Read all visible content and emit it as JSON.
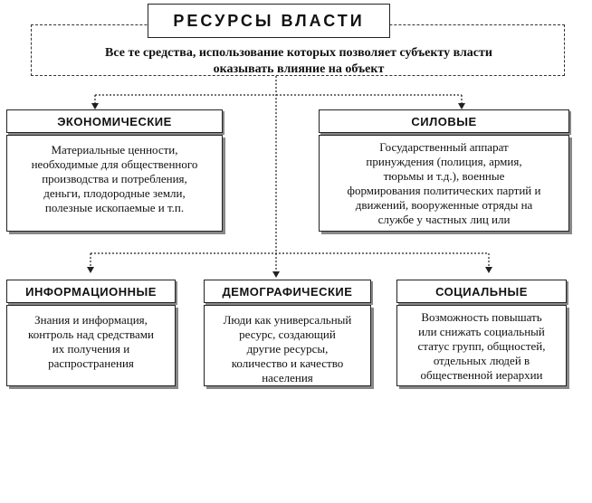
{
  "title": "РЕСУРСЫ ВЛАСТИ",
  "definition": [
    "Все те средства, использование которых позволяет субъекту власти",
    "оказывать влияние на объект"
  ],
  "resources": {
    "economic": {
      "heading": "ЭКОНОМИЧЕСКИЕ",
      "lines": [
        "Материальные ценности,",
        "необходимые для общественного",
        "производства и потребления,",
        "деньги, плодородные земли,",
        "полезные ископаемые и т.п."
      ]
    },
    "force": {
      "heading": "СИЛОВЫЕ",
      "lines": [
        "Государственный аппарат",
        "принуждения (полиция, армия,",
        "тюрьмы и т.д.), военные",
        "формирования политических партий и",
        "движений, вооруженные отряды на",
        "службе у частных лиц или"
      ]
    },
    "information": {
      "heading": "ИНФОРМАЦИОННЫЕ",
      "lines": [
        "Знания и информация,",
        "контроль над средствами",
        "их получения и",
        "распространения"
      ]
    },
    "demographic": {
      "heading": "ДЕМОГРАФИЧЕСКИЕ",
      "lines": [
        "Люди как универсальный",
        "ресурс, создающий",
        "другие ресурсы,",
        "количество и качество",
        "населения"
      ]
    },
    "social": {
      "heading": "СОЦИАЛЬНЫЕ",
      "lines": [
        "Возможность повышать",
        "или снижать социальный",
        "статус групп, общностей,",
        "отдельных людей в",
        "общественной иерархии"
      ]
    }
  }
}
